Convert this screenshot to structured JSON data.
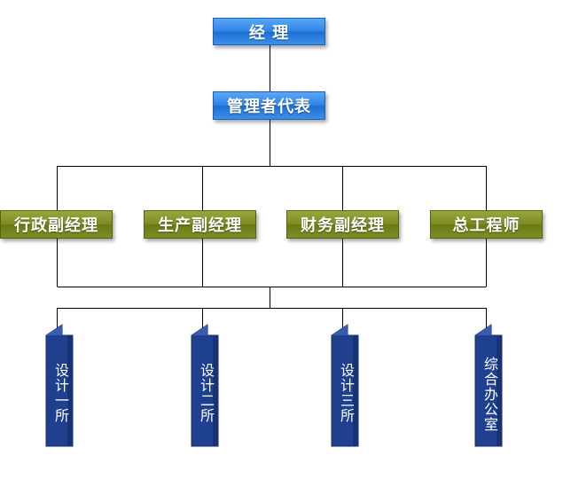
{
  "nodes": {
    "manager": "经 理",
    "rep": "管理者代表",
    "deputies": [
      "行政副经理",
      "生产副经理",
      "财务副经理",
      "总工程师"
    ],
    "departments": [
      "设计一所",
      "设计二所",
      "设计三所",
      "综合办公室"
    ]
  },
  "colors": {
    "blue": "#2f86e6",
    "green": "#7d8c22",
    "navy": "#1f3f8f",
    "line": "#000000"
  }
}
